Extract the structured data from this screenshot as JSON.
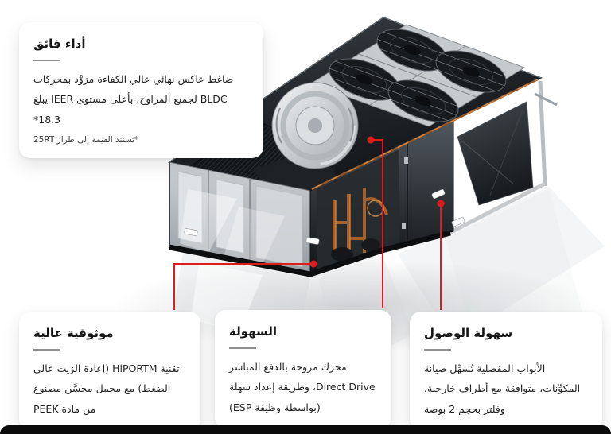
{
  "page": {
    "background": "#ffffff",
    "bottom_bar_color": "#0b0b0b"
  },
  "accent": {
    "connector_red": "#e01b1f",
    "card_background": "#ffffff",
    "title_color": "#151515",
    "body_color": "#222222",
    "divider_color": "#8f8f8f"
  },
  "cards": {
    "performance": {
      "title": "أداء فائق",
      "body": "ضاغط عاكس نهائي عالي الكفاءة مزوَّد بمحركات BLDC لجميع المراوح، بأعلى مستوى IEER يبلغ 18.3*",
      "footnote": "*تستند القيمة إلى طراز 25RT"
    },
    "reliability": {
      "title": "موثوقية عالية",
      "body": "تقنية HiPORTM (إعادة الزيت عالي الضغط) مع محمل محسَّن مصنوع من مادة PEEK"
    },
    "ease": {
      "title": "السهولة",
      "body": "محرك مروحة بالدفع المباشر Direct Drive، وطريقة إعداد سهلة (بواسطة وظيفة ESP)"
    },
    "access": {
      "title": "سهولة الوصول",
      "body": "الأبواب المفصلية تُسهِّل صيانة المكوِّنات، متوافقة مع أطراف خارجية، وفلتر بحجم 2 بوصة"
    }
  },
  "diagram": {
    "description": "رسم ثلاثي الأبعاد لوحدة تكييف سطحية بأربع مراوح علوية ومروحة طرد مركزية وألواح مفصلية",
    "callout_targets": [
      "direct-drive-blower",
      "compressor-panel",
      "hinged-access-door"
    ]
  }
}
